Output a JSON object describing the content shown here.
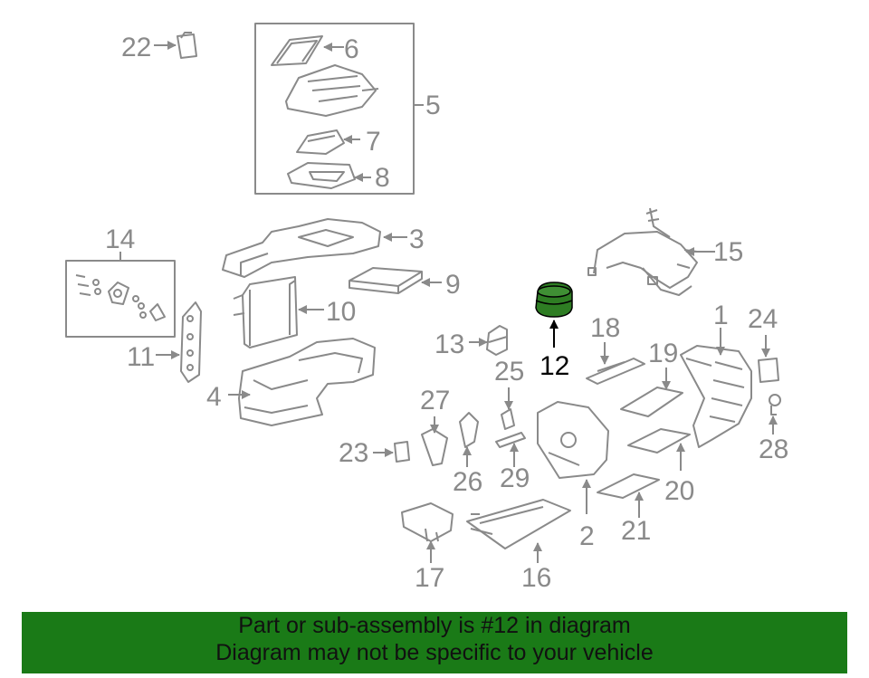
{
  "highlight_part": "12",
  "colors": {
    "part_line": "#8a8a8a",
    "highlight_fill": "#2e7d23",
    "banner_bg": "#1a7a17"
  },
  "labels": {
    "p1": "1",
    "p2": "2",
    "p3": "3",
    "p4": "4",
    "p5": "5",
    "p6": "6",
    "p7": "7",
    "p8": "8",
    "p9": "9",
    "p10": "10",
    "p11": "11",
    "p12": "12",
    "p13": "13",
    "p14": "14",
    "p15": "15",
    "p16": "16",
    "p17": "17",
    "p18": "18",
    "p19": "19",
    "p20": "20",
    "p21": "21",
    "p22": "22",
    "p23": "23",
    "p24": "24",
    "p25": "25",
    "p26": "26",
    "p27": "27",
    "p28": "28",
    "p29": "29"
  },
  "banner": {
    "line1": "Part or sub-assembly is #12 in diagram",
    "line2": "Diagram may not be specific to your vehicle"
  }
}
